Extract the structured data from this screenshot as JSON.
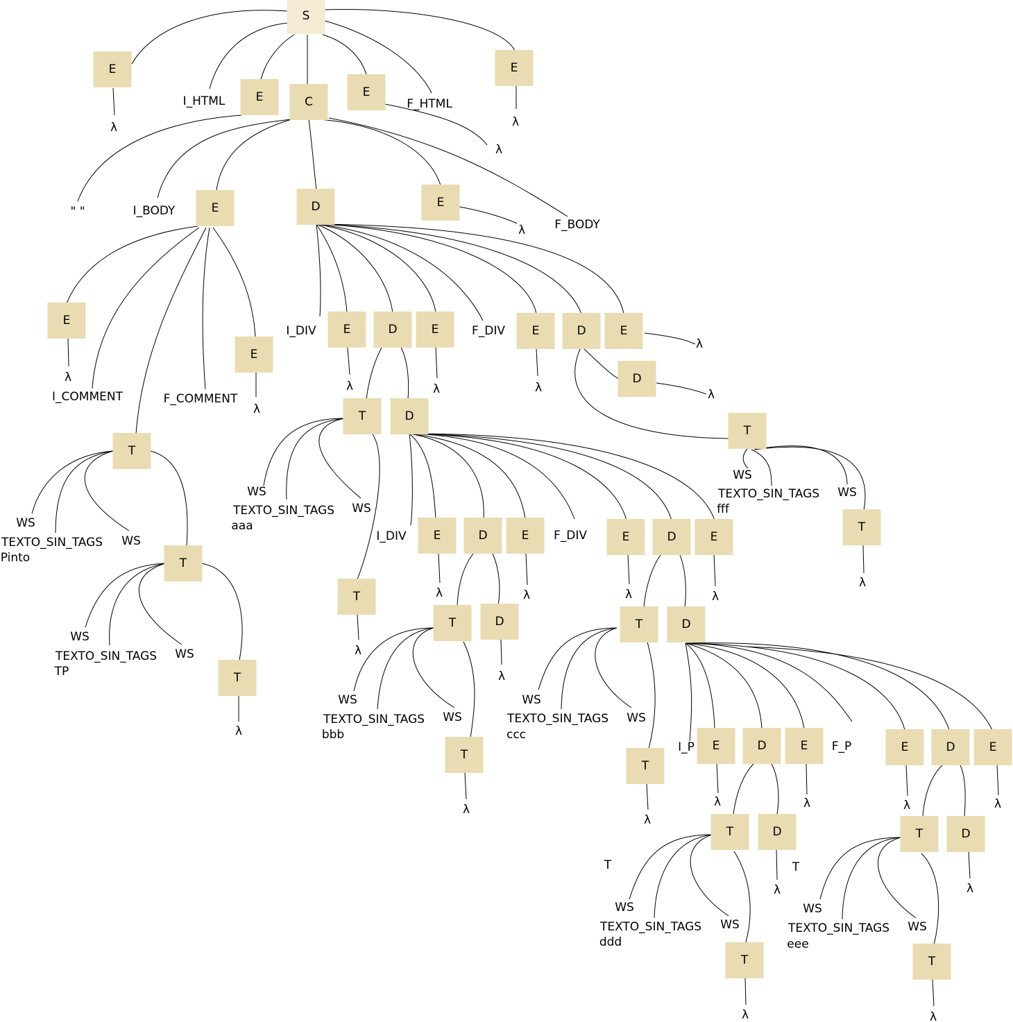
{
  "colors": {
    "node_fill": "#e9dcb2",
    "root_fill": "#f3ebd4",
    "edge": "#000000"
  },
  "nodes": {
    "S": "S",
    "E1": "E",
    "E2": "E",
    "C": "C",
    "E3": "E",
    "E4": "E",
    "E5": "E",
    "D1": "D",
    "E6": "E",
    "E7": "E",
    "T1": "T",
    "E8": "E",
    "T2": "T",
    "T3": "T",
    "E9": "E",
    "D2": "D",
    "E10": "E",
    "E11": "E",
    "D3": "D",
    "E12": "E",
    "T4": "T",
    "D4": "D",
    "T5": "T",
    "D5": "D",
    "T6": "T",
    "E13": "E",
    "D6": "D",
    "E14": "E",
    "E15": "E",
    "D7": "D",
    "E16": "E",
    "T7": "T",
    "D8": "D",
    "T8": "T",
    "T9": "T",
    "D9": "D",
    "T10": "T",
    "E17": "E",
    "D10": "D",
    "E18": "E",
    "E19": "E",
    "D11": "D",
    "E20": "E",
    "T11": "T",
    "D12": "D",
    "T12": "T",
    "T13": "T",
    "D13": "D",
    "T14": "T"
  },
  "labels": {
    "i_html": "I_HTML",
    "f_html": "F_HTML",
    "quote": "\" \"",
    "i_body": "I_BODY",
    "f_body": "F_BODY",
    "i_comment": "I_COMMENT",
    "f_comment": "F_COMMENT",
    "i_div": "I_DIV",
    "f_div": "F_DIV",
    "i_p": "I_P",
    "f_p": "F_P",
    "ws": "WS",
    "texto": "TEXTO_SIN_TAGS",
    "lambda": "λ",
    "stray_t": "T",
    "text_pinto": "Pinto",
    "text_tp": "TP",
    "text_aaa": "aaa",
    "text_bbb": "bbb",
    "text_ccc": "ccc",
    "text_ddd": "ddd",
    "text_eee": "eee",
    "text_fff": "fff"
  }
}
